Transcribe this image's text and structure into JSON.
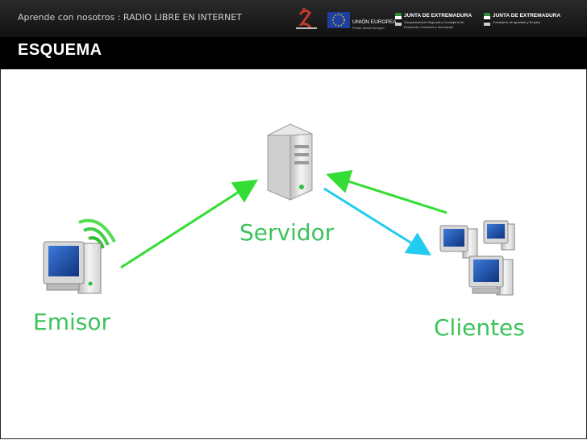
{
  "header": {
    "course_title": "Aprende con nosotros : RADIO LIBRE EN INTERNET",
    "slide_title": "ESQUEMA",
    "logos": {
      "ue_label": "UNIÓN EUROPEA",
      "ue_sublabel": "Fondo Social Europeo",
      "junta1_title": "JUNTA DE EXTREMADURA",
      "junta1_sub1": "Vicepresidencia Segunda y Consejería de",
      "junta1_sub2": "Economía, Comercio e Innovación",
      "junta2_title": "JUNTA DE EXTREMADURA",
      "junta2_sub": "Consejería de Igualdad y Empleo"
    }
  },
  "diagram": {
    "nodes": {
      "emisor": "Emisor",
      "servidor": "Servidor",
      "clientes": "Clientes"
    },
    "colors": {
      "label": "#3cc35a",
      "arrow_green": "#33dd33",
      "arrow_cyan": "#22ccee"
    }
  }
}
